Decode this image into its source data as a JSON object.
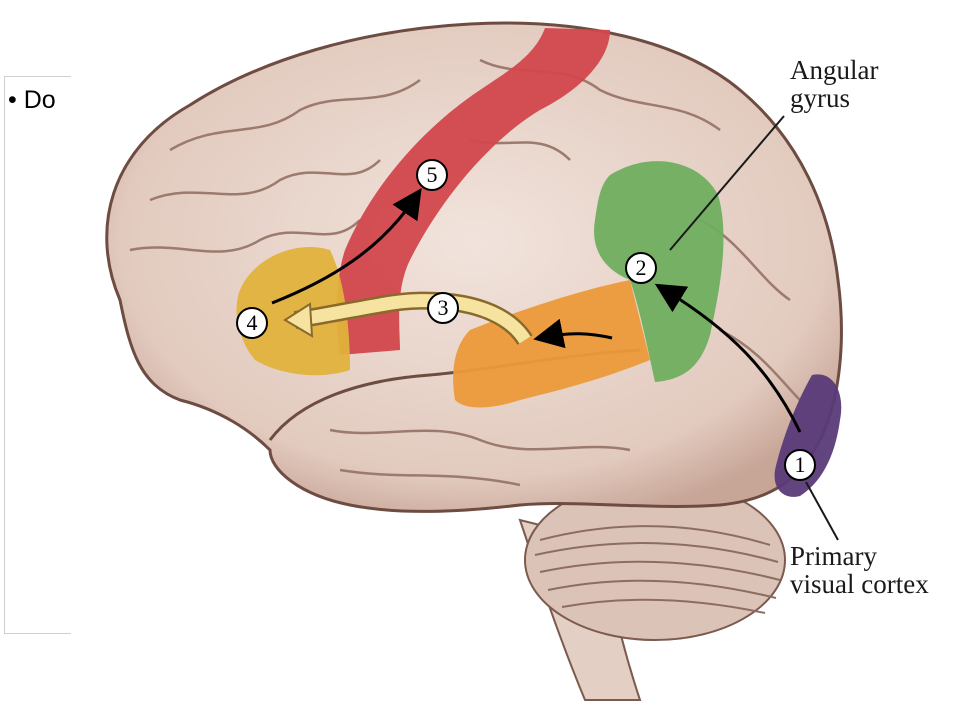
{
  "slide": {
    "bullet_text": "Do"
  },
  "labels": {
    "angular_line1": "Angular",
    "angular_line2": "gyrus",
    "visual_line1": "Primary",
    "visual_line2": "visual cortex"
  },
  "markers": [
    "1",
    "2",
    "3",
    "4",
    "5"
  ],
  "colors": {
    "brain": "#e9d6cd",
    "brain_shadow": "#c9a99c",
    "sulcus": "#8a6a5f",
    "motor_cortex": "#d2474c",
    "broca_area": "#e0b23c",
    "wernicke_area": "#ec9a3a",
    "angular_gyrus": "#6fae5f",
    "visual_cortex": "#5a3a78",
    "pathway_arrow": "#f7e3a0"
  }
}
